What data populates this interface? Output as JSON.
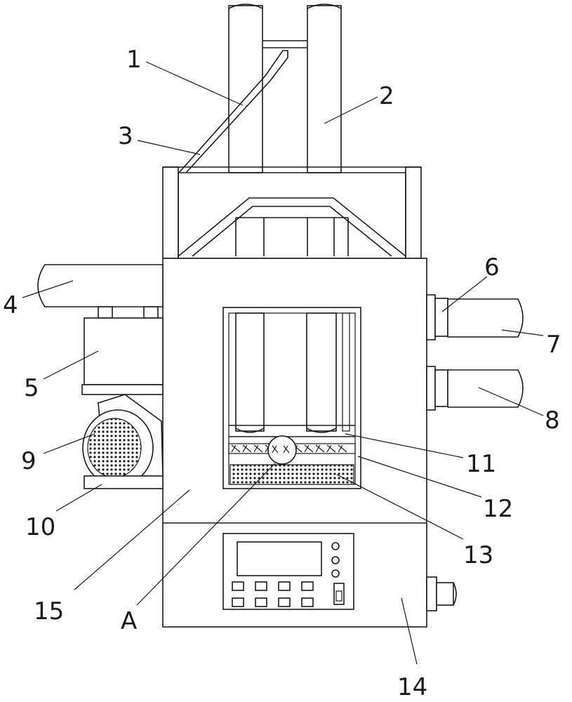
{
  "diagram": {
    "callouts": [
      {
        "id": "1",
        "text": "1"
      },
      {
        "id": "2",
        "text": "2"
      },
      {
        "id": "3",
        "text": "3"
      },
      {
        "id": "4",
        "text": "4"
      },
      {
        "id": "5",
        "text": "5"
      },
      {
        "id": "6",
        "text": "6"
      },
      {
        "id": "7",
        "text": "7"
      },
      {
        "id": "8",
        "text": "8"
      },
      {
        "id": "9",
        "text": "9"
      },
      {
        "id": "10",
        "text": "10"
      },
      {
        "id": "11",
        "text": "11"
      },
      {
        "id": "12",
        "text": "12"
      },
      {
        "id": "13",
        "text": "13"
      },
      {
        "id": "14",
        "text": "14"
      },
      {
        "id": "15",
        "text": "15"
      },
      {
        "id": "A",
        "text": "A"
      }
    ]
  }
}
